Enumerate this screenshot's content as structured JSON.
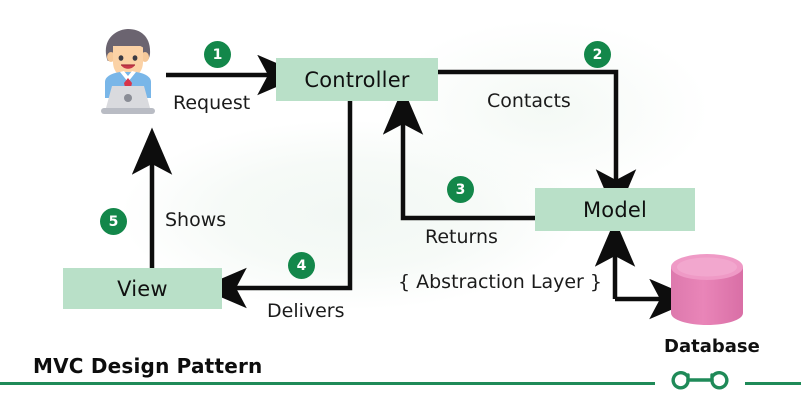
{
  "diagram": {
    "caption": "MVC Design Pattern",
    "nodes": {
      "controller": "Controller",
      "model": "Model",
      "view": "View",
      "database": "Database",
      "actor_icon": "user-at-laptop-icon"
    },
    "annotations": {
      "abstraction_layer": "{ Abstraction Layer }"
    },
    "edges": [
      {
        "id": "request",
        "label": "Request",
        "step": "1",
        "from": "user",
        "to": "controller"
      },
      {
        "id": "contacts",
        "label": "Contacts",
        "step": "2",
        "from": "controller",
        "to": "model"
      },
      {
        "id": "returns",
        "label": "Returns",
        "step": "3",
        "from": "model",
        "to": "controller"
      },
      {
        "id": "delivers",
        "label": "Delivers",
        "step": "4",
        "from": "controller",
        "to": "view"
      },
      {
        "id": "shows",
        "label": "Shows",
        "step": "5",
        "from": "view",
        "to": "user"
      }
    ],
    "footer": {
      "logo": "geeksforgeeks-logo"
    },
    "colors": {
      "node_fill": "#b9e0c8",
      "badge": "#13874a",
      "database": "#e57fb4",
      "database_top": "#ef9ac6",
      "rule": "#1f8a58",
      "stroke": "#0d0d0d"
    }
  }
}
